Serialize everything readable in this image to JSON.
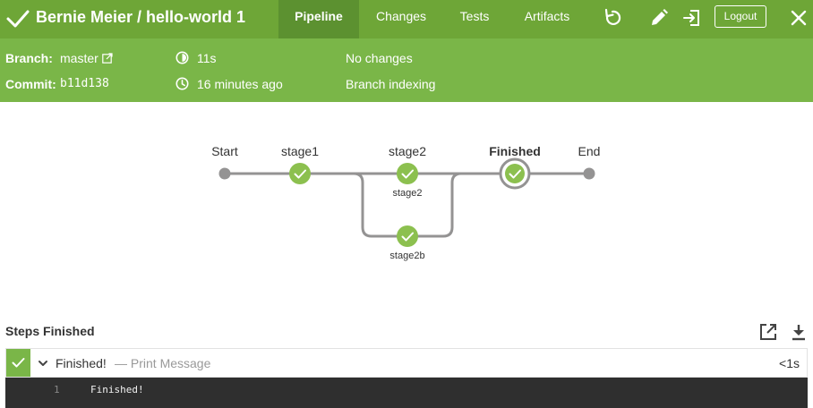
{
  "header": {
    "title": "Bernie Meier / hello-world 1",
    "tabs": [
      {
        "label": "Pipeline",
        "active": true
      },
      {
        "label": "Changes",
        "active": false
      },
      {
        "label": "Tests",
        "active": false
      },
      {
        "label": "Artifacts",
        "active": false
      }
    ],
    "icons": [
      "check-icon",
      "rerun-icon",
      "edit-icon",
      "exit-icon",
      "close-icon"
    ],
    "logout_label": "Logout"
  },
  "run_info": {
    "branch_label": "Branch:",
    "branch_value": "master",
    "commit_label": "Commit:",
    "commit_value": "b11d138",
    "duration": "11s",
    "time_ago": "16 minutes ago",
    "changes": "No changes",
    "cause": "Branch indexing"
  },
  "pipeline": {
    "start_label": "Start",
    "end_label": "End",
    "stages": [
      {
        "label": "stage1",
        "status": "success"
      },
      {
        "label": "stage2",
        "status": "success",
        "branches": [
          "stage2",
          "stage2b"
        ]
      },
      {
        "label": "Finished",
        "status": "success",
        "selected": true
      }
    ]
  },
  "steps": {
    "title": "Steps Finished",
    "rows": [
      {
        "name": "Finished!",
        "description": "— Print Message",
        "duration": "<1s",
        "status": "success"
      }
    ],
    "log": [
      {
        "line": "1",
        "text": "Finished!"
      }
    ]
  },
  "colors": {
    "topbar": "#6ea637",
    "infobar": "#7ab648",
    "success": "#8cc04f",
    "connector": "#949393",
    "log_bg": "#2f2f2f"
  }
}
